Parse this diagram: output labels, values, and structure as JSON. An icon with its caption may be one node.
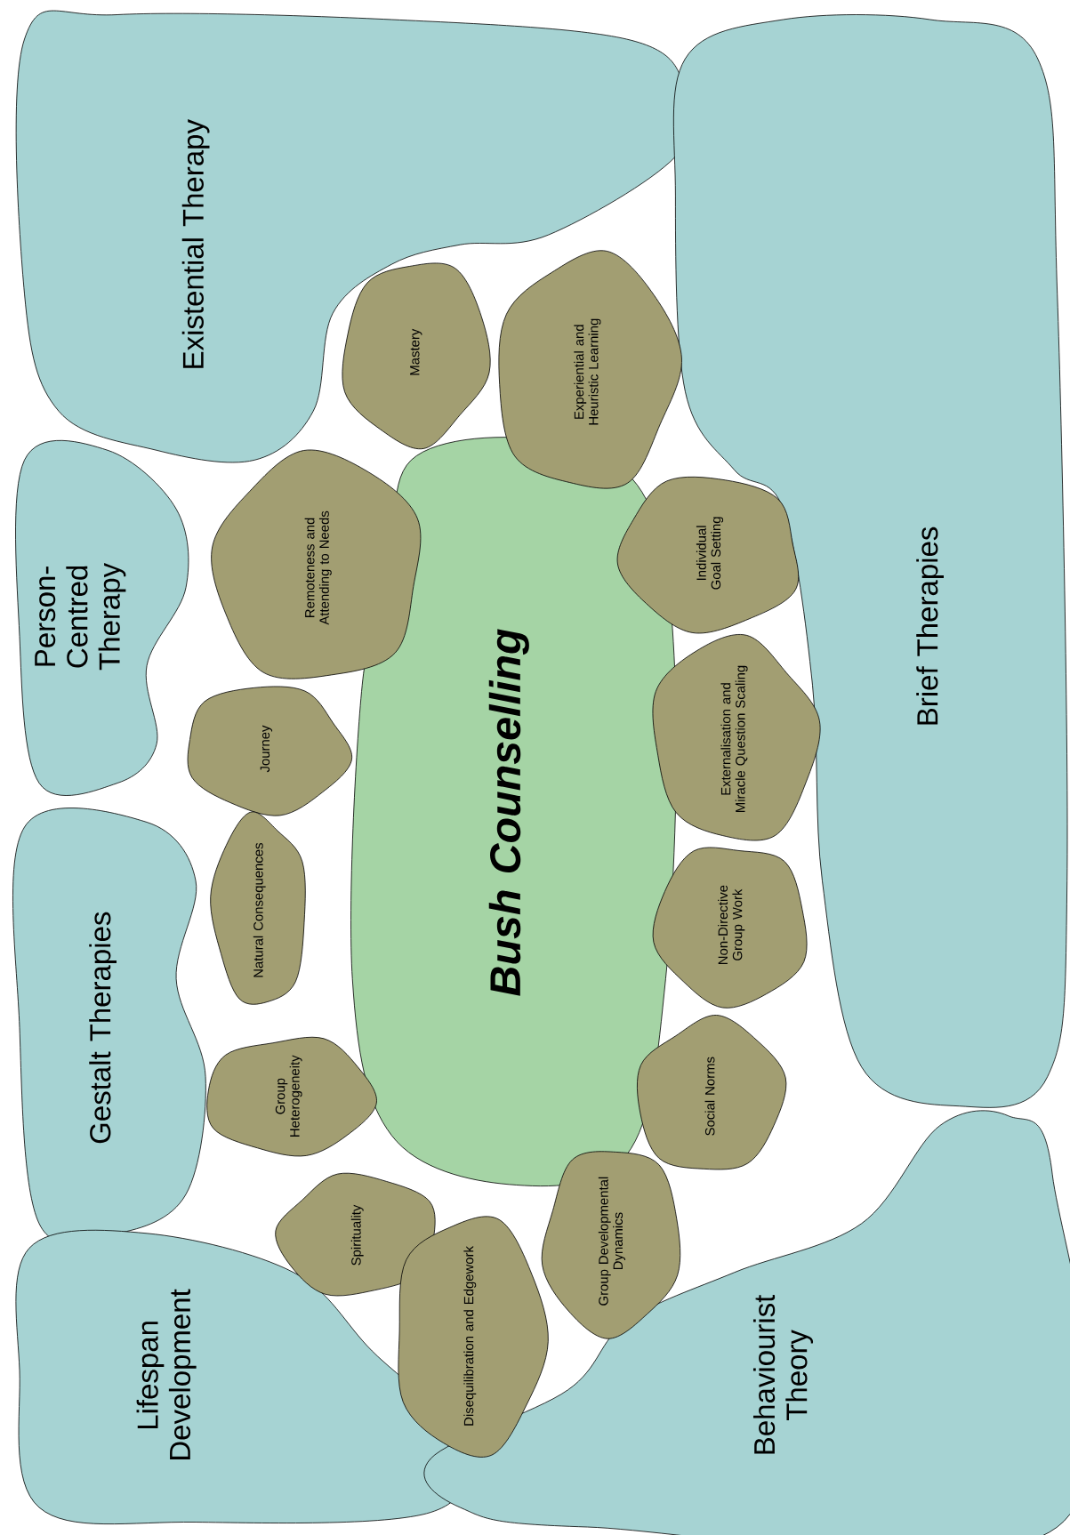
{
  "diagram": {
    "nodes": [
      {
        "text": [
          "Existential Therapy"
        ]
      },
      {
        "text": [
          "Person-Centred Therapy"
        ]
      },
      {
        "text": [
          "Gestalt Therapies"
        ]
      },
      {
        "text": [
          "Lifespan Development"
        ]
      },
      {
        "text": [
          "Brief Therapies"
        ]
      },
      {
        "text": [
          "Behaviourist Theory"
        ]
      },
      {
        "text": [
          "Bush Counselling"
        ]
      },
      {
        "text": [
          "Mastery"
        ]
      },
      {
        "text": [
          "Experiential and Heuristic Learning"
        ]
      },
      {
        "text": [
          "Remoteness and Attending to Needs"
        ]
      },
      {
        "text": [
          "Individual Goal Setting"
        ]
      },
      {
        "text": [
          "Journey"
        ]
      },
      {
        "text": [
          "Externalisation and Miracle Question Scaling"
        ]
      },
      {
        "text": [
          "Natural Consequences"
        ]
      },
      {
        "text": [
          "Non-Directive Group Work"
        ]
      },
      {
        "text": [
          "Group Heterogeneity"
        ]
      },
      {
        "text": [
          "Social Norms"
        ]
      },
      {
        "text": [
          "Spirituality"
        ]
      },
      {
        "text": [
          "Group Developmental Dynamics"
        ]
      },
      {
        "text": [
          "Disequilibration and Edgework"
        ]
      }
    ]
  }
}
